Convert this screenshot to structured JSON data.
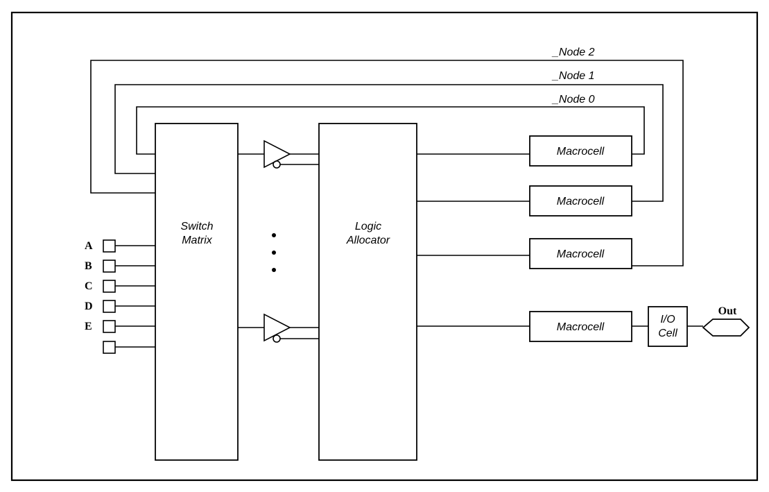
{
  "blocks": {
    "switch_matrix": [
      "Switch",
      "Matrix"
    ],
    "logic_allocator": [
      "Logic",
      "Allocator"
    ],
    "macrocells": [
      "Macrocell",
      "Macrocell",
      "Macrocell",
      "Macrocell"
    ],
    "io_cell": [
      "I/O",
      "Cell"
    ]
  },
  "nodes": [
    "_Node 2",
    "_Node 1",
    "_Node 0"
  ],
  "inputs": [
    "A",
    "B",
    "C",
    "D",
    "E",
    ""
  ],
  "output": "Out"
}
